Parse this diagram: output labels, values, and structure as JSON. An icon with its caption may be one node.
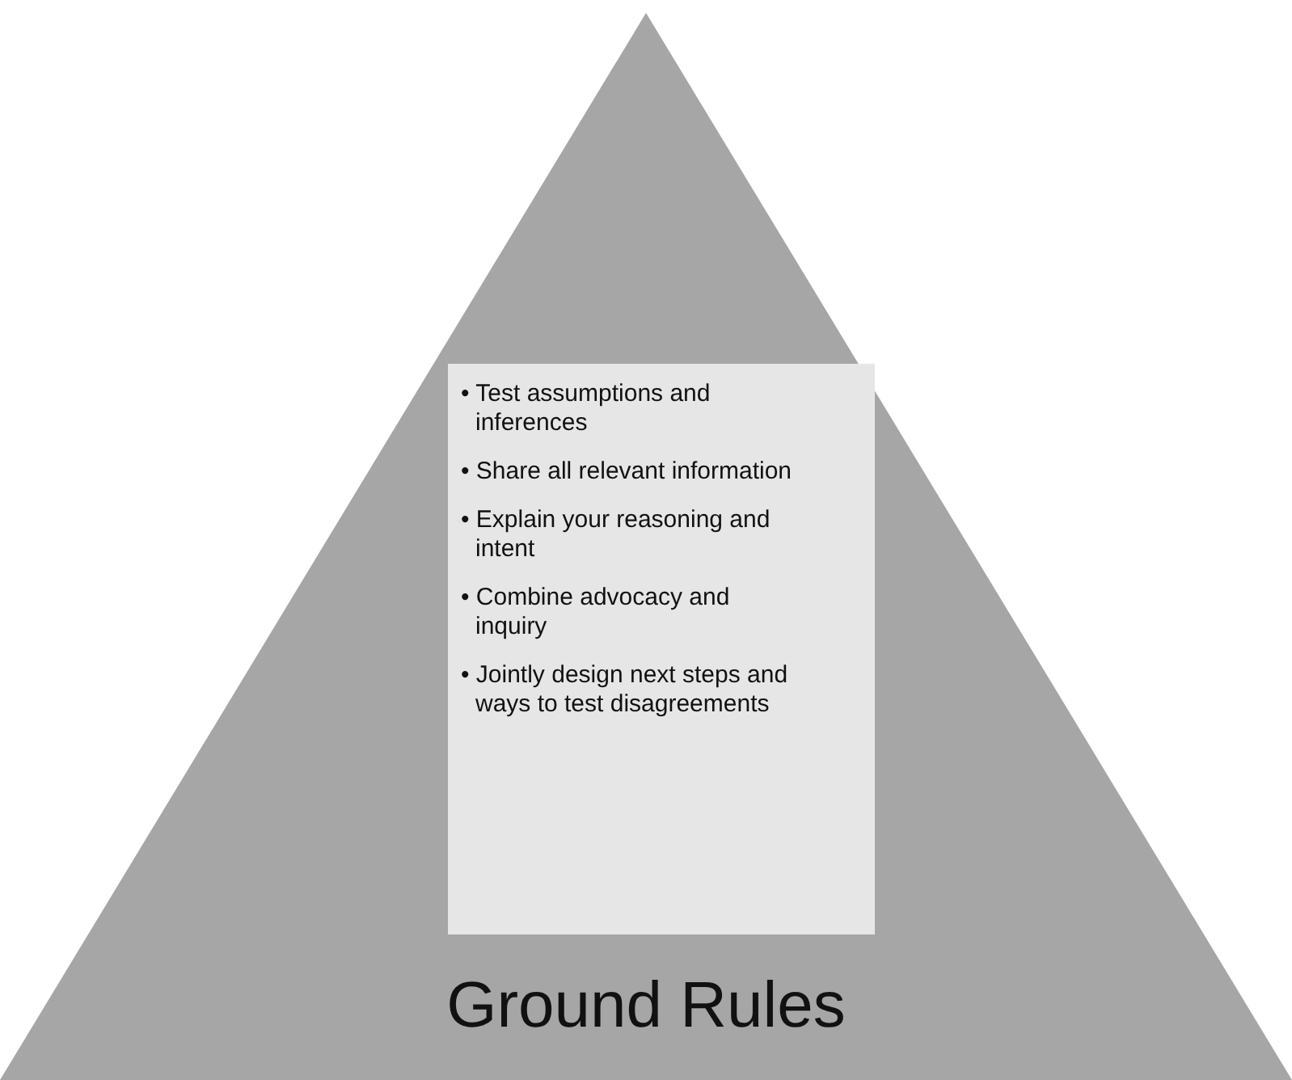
{
  "diagram": {
    "nodes": [
      {
        "text": [
          "Ground Rules"
        ]
      },
      {
        "text": [
          "• Test assumptions and inferences",
          "• Share all relevant information",
          "• Explain your reasoning and intent",
          "• Combine advocacy and inquiry",
          "• Jointly design next steps and ways to test disagreements"
        ],
        "in": 0
      }
    ],
    "edges": []
  }
}
